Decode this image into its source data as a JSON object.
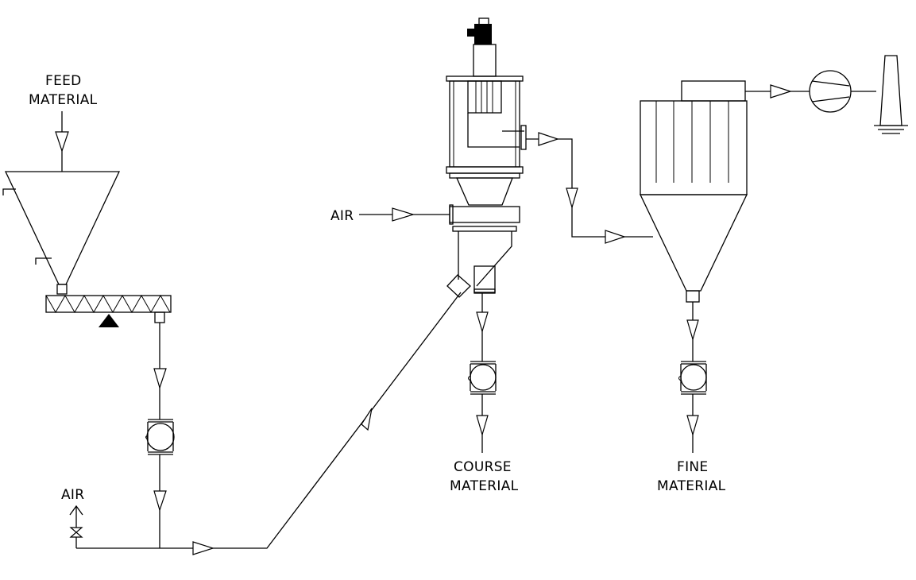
{
  "labels": {
    "feed_line1": "FEED",
    "feed_line2": "MATERIAL",
    "air_classifier": "AIR",
    "air_inlet": "AIR",
    "course_line1": "COURSE",
    "course_line2": "MATERIAL",
    "fine_line1": "FINE",
    "fine_line2": "MATERIAL"
  },
  "colors": {
    "line": "#000000",
    "background": "#ffffff"
  }
}
